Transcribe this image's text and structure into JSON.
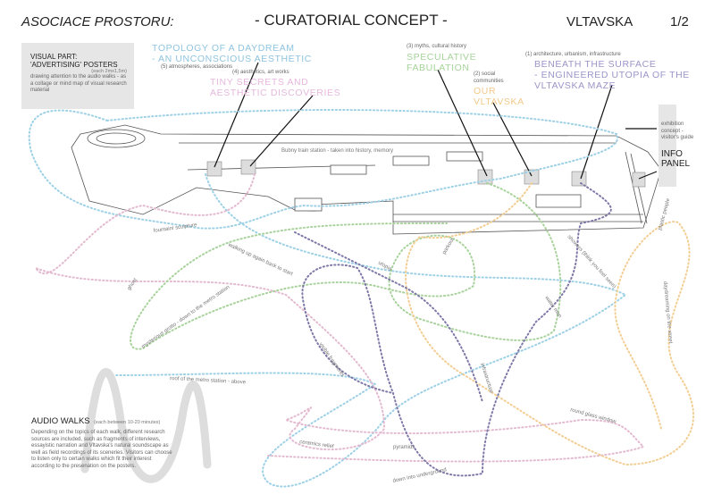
{
  "header": {
    "left": "ASOCIACE PROSTORU:",
    "center": "- CURATORIAL CONCEPT -",
    "right": "VLTAVSKA",
    "page": "1/2"
  },
  "visual_part": {
    "title1": "VISUAL PART:",
    "title2": "'ADVERTISING' POSTERS",
    "size": "(each 2mx1,5m)",
    "desc": "drawing attention to the audio walks - as a collage or mind map of visual research material"
  },
  "topics": [
    {
      "num": "(5) atmospheres, associations",
      "title1": "TOPOLOGY OF A DAYDREAM",
      "title2": "- AN UNCONSCIOUS AESTHETIC",
      "color": "#8fc4e0"
    },
    {
      "num": "(4) aesthetics, art works",
      "title1": "TINY SECRETS AND",
      "title2": "AESTHETIC DISCOVERIES",
      "color": "#e6b8dd"
    },
    {
      "num": "(3) myths, cultural history",
      "title1": "SPECULATIVE",
      "title2": "FABULATION",
      "color": "#a6d49a"
    },
    {
      "num": "(2) social communities",
      "title1": "OUR",
      "title2": "VLTAVSKA",
      "color": "#f2c98a"
    },
    {
      "num": "(1) architecture, urbanism, infrastructure",
      "title1": "BENEATH THE SURFACE",
      "title2": "- ENGINEERED UTOPIA OF THE",
      "title3": "VLTAVSKA MAZE",
      "color": "#9b95c9"
    }
  ],
  "info_panel": {
    "note": "exhibition concept - visitor's guide",
    "title1": "INFO",
    "title2": "PANEL"
  },
  "audio_walks": {
    "title": "AUDIO WALKS",
    "duration": "(each between 10-20 minutes)",
    "desc": "Depending on the topics of each walk, different research sources are included, such as fragments of interviews, essayistic narration and Vltavska's natural soundscape as well as field recordings of its sceneries. Visitors can choose to listen only to certain walks which fit their interest according to the presenation on the posters."
  },
  "walk_labels": {
    "bubny": "Bubny train station - taken into history, memory",
    "fountain": "fountain/ sculpture",
    "ghost": "ghost",
    "walking_up": "walking up again back to start",
    "grotto": "mysterious grotto - down to the metro station",
    "utopia": "utopia",
    "visible": "visible fragments",
    "roof": "roof of the metro station - above",
    "ceramics": "ceramics relief",
    "pyramids": "pyramids",
    "underground": "down into underground",
    "infrastructure": "infrastructure",
    "round_glass": "round glass window",
    "parkour": "parkour",
    "showers": "showers (think you feel seen)",
    "water_man": "water man",
    "plastic": "plastic people",
    "daydreaming": "daydreaming on the street"
  }
}
